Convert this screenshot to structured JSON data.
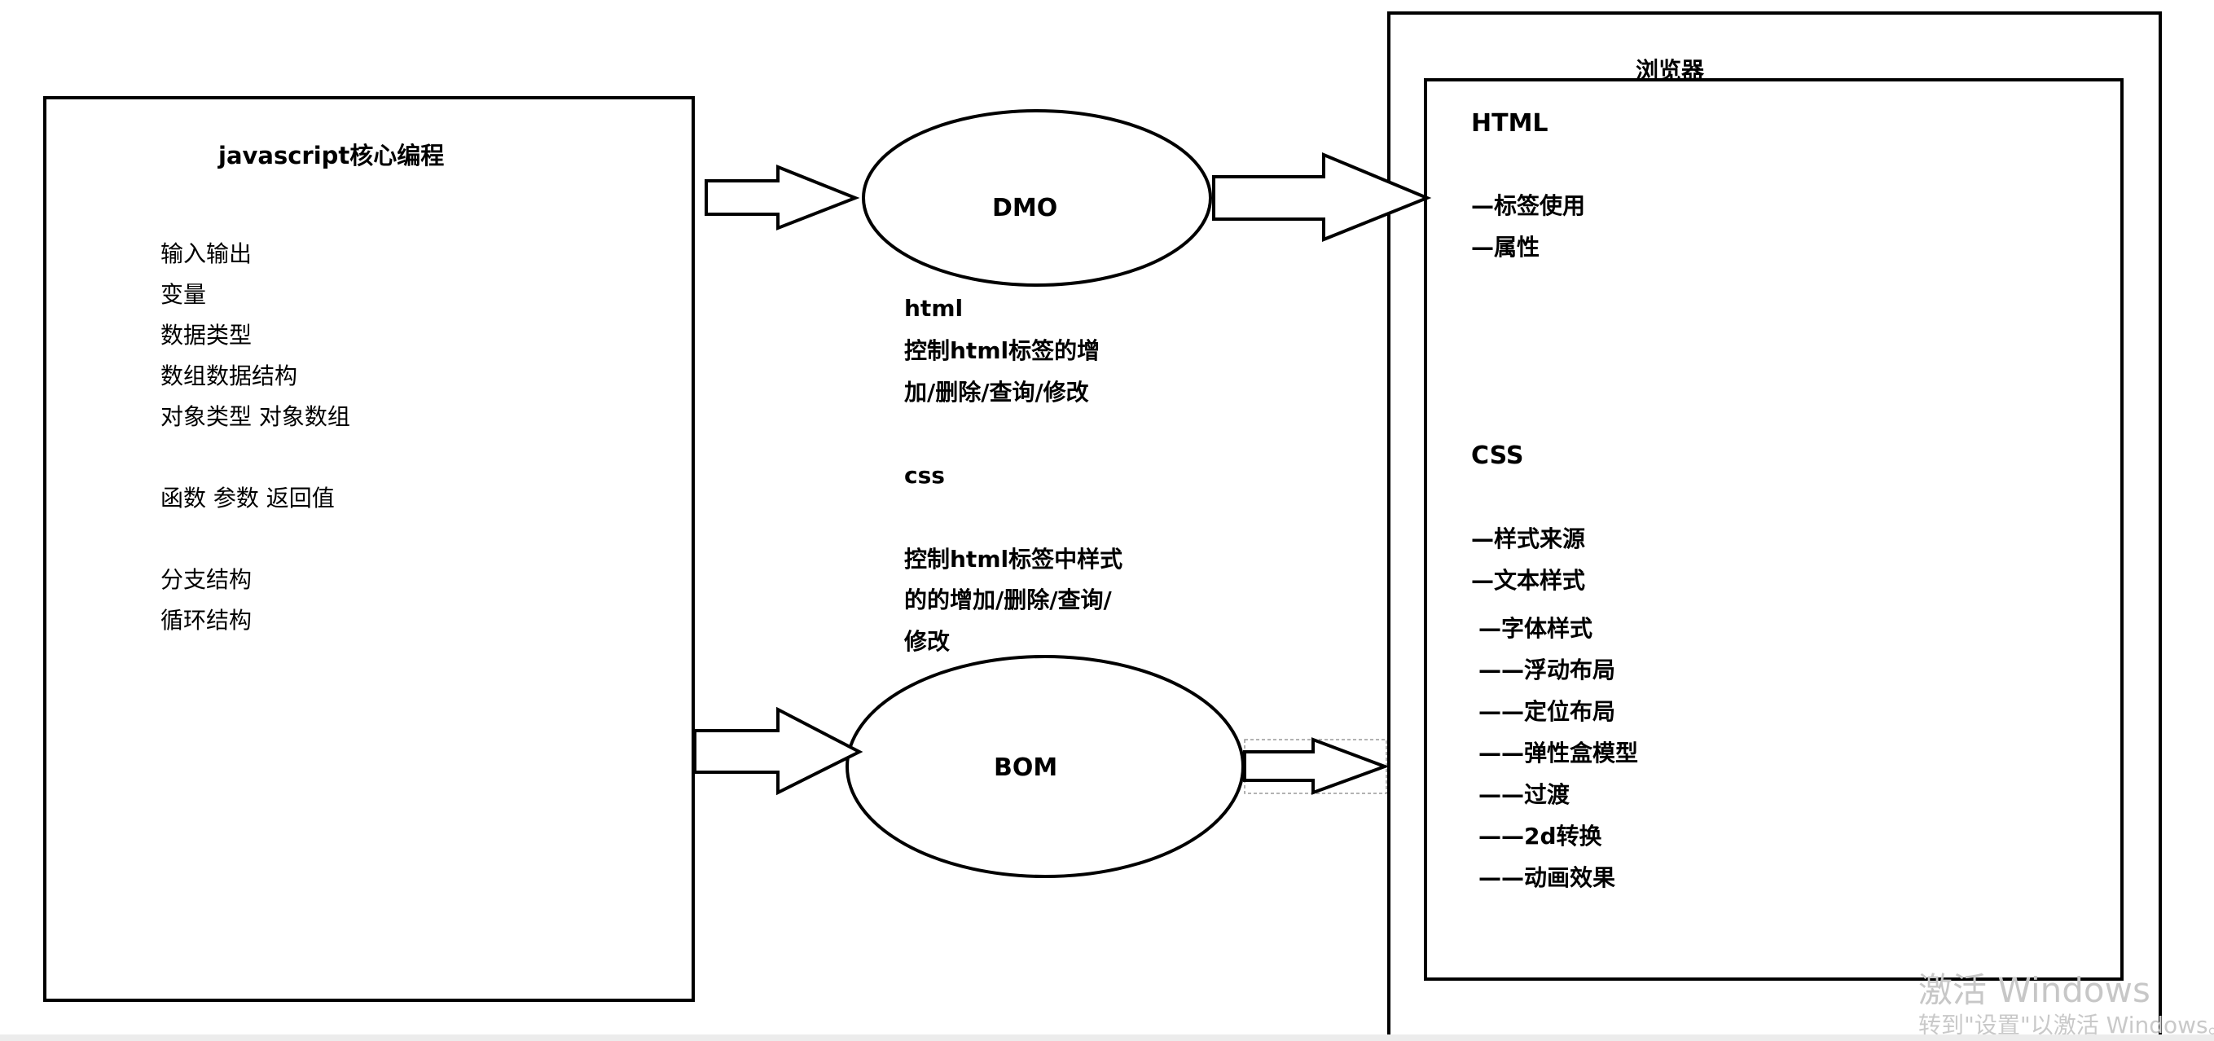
{
  "left_box": {
    "title": "javascript核心编程",
    "items": [
      "输入输出",
      "变量",
      "数据类型",
      "数组数据结构",
      "对象类型  对象数组",
      "函数 参数 返回值",
      "分支结构",
      "循环结构"
    ]
  },
  "dmo": {
    "label": "DMO",
    "notes": [
      "html",
      "控制html标签的增",
      "加/删除/查询/修改",
      "css",
      "控制html标签中样式",
      "的的增加/删除/查询/",
      "修改"
    ]
  },
  "bom": {
    "label": "BOM"
  },
  "browser": {
    "title": "浏览器",
    "html_heading": "HTML",
    "html_items": [
      "—标签使用",
      "—属性"
    ],
    "css_heading": "CSS",
    "css_items": [
      "—样式来源",
      "—文本样式",
      "—字体样式",
      "——浮动布局",
      "——定位布局",
      "——弹性盒模型",
      "——过渡",
      "——2d转换",
      "——动画效果"
    ]
  },
  "watermark": {
    "line1": "激活 Windows",
    "line2": "转到\"设置\"以激活 Windows。"
  }
}
